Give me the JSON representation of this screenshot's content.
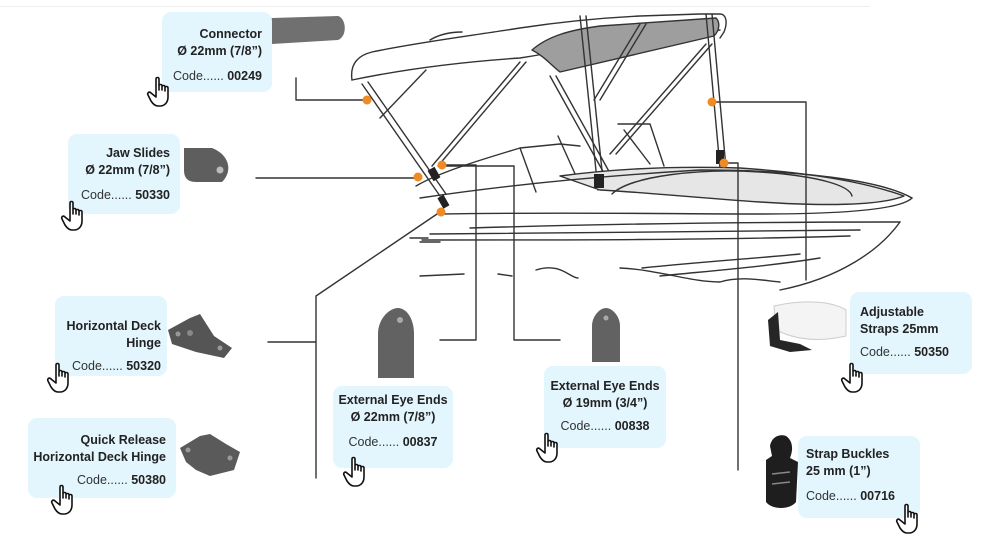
{
  "accent_color": "#f08a24",
  "card_color": "#e3f5fd",
  "code_prefix": "Code......",
  "parts": [
    {
      "id": "connector",
      "title": "Connector",
      "size": "Ø 22mm (7/8”)",
      "code": "00249",
      "icon": "hand-pointer-icon"
    },
    {
      "id": "jaw-slides",
      "title": "Jaw Slides",
      "size": "Ø 22mm (7/8”)",
      "code": "50330",
      "icon": "hand-pointer-icon"
    },
    {
      "id": "horizontal-deck-hinge",
      "title": "Horizontal Deck",
      "size": "Hinge",
      "code": "50320",
      "icon": "hand-pointer-icon"
    },
    {
      "id": "quick-release-hinge",
      "title": "Quick Release",
      "size": "Horizontal Deck Hinge",
      "code": "50380",
      "icon": "hand-pointer-icon"
    },
    {
      "id": "eye-ends-22",
      "title": "External Eye Ends",
      "size": "Ø 22mm (7/8”)",
      "code": "00837",
      "icon": "hand-pointer-icon"
    },
    {
      "id": "eye-ends-19",
      "title": "External Eye Ends",
      "size": "Ø 19mm (3/4”)",
      "code": "00838",
      "icon": "hand-pointer-icon"
    },
    {
      "id": "adjustable-straps",
      "title": "Adjustable",
      "size": "Straps 25mm",
      "code": "50350",
      "icon": "hand-pointer-icon"
    },
    {
      "id": "strap-buckles",
      "title": "Strap Buckles",
      "size": "25 mm (1”)",
      "code": "00716",
      "icon": "hand-pointer-icon"
    }
  ]
}
